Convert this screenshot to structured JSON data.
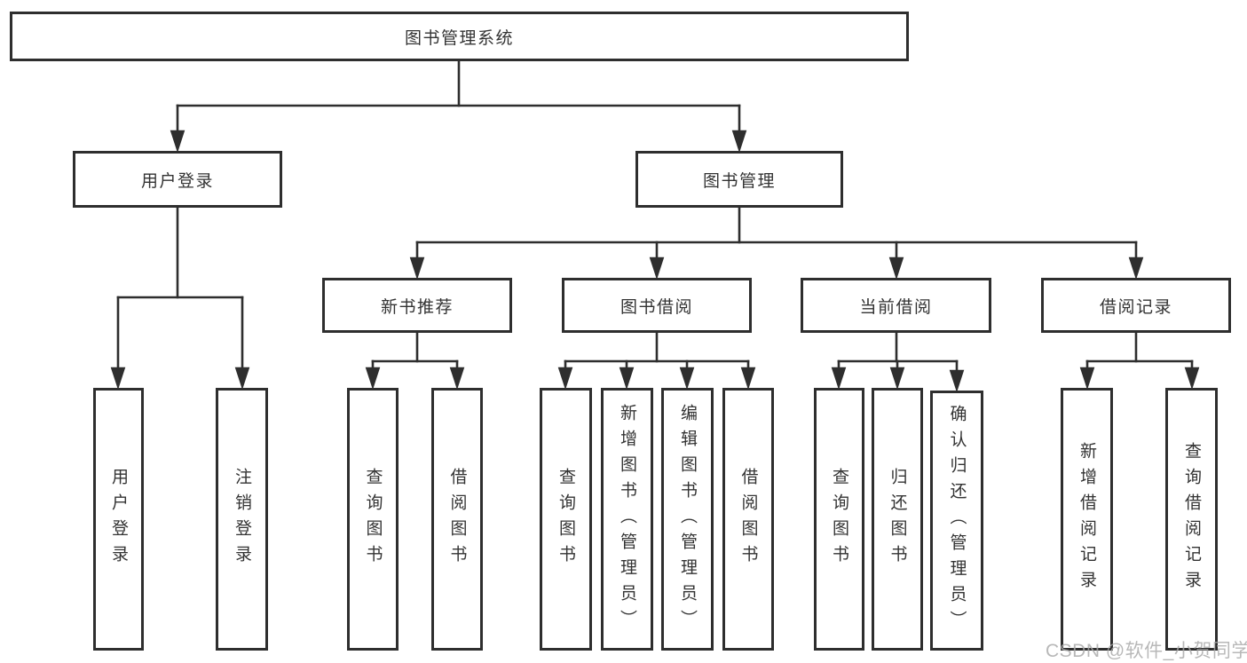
{
  "diagram": {
    "root": {
      "label": "图书管理系统"
    },
    "modules": [
      {
        "label": "用户登录",
        "children": [
          {
            "label": "用户登录"
          },
          {
            "label": "注销登录"
          }
        ]
      },
      {
        "label": "图书管理",
        "children": [
          {
            "label": "新书推荐",
            "children": [
              {
                "label": "查询图书"
              },
              {
                "label": "借阅图书"
              }
            ]
          },
          {
            "label": "图书借阅",
            "children": [
              {
                "label": "查询图书"
              },
              {
                "label": "新增图书（管理员）"
              },
              {
                "label": "编辑图书（管理员）"
              },
              {
                "label": "借阅图书"
              }
            ]
          },
          {
            "label": "当前借阅",
            "children": [
              {
                "label": "查询图书"
              },
              {
                "label": "归还图书"
              },
              {
                "label": "确认归还（管理员）"
              }
            ]
          },
          {
            "label": "借阅记录",
            "children": [
              {
                "label": "新增借阅记录"
              },
              {
                "label": "查询借阅记录"
              }
            ]
          }
        ]
      }
    ]
  },
  "watermark": {
    "text": "CSDN @软件_小贺同学"
  },
  "colors": {
    "line": "#2e2e2e",
    "box_border": "#2e2e2e",
    "box_background": "#ffffff",
    "text": "#333333",
    "watermark": "#a8a8a8",
    "background": "#ffffff"
  }
}
